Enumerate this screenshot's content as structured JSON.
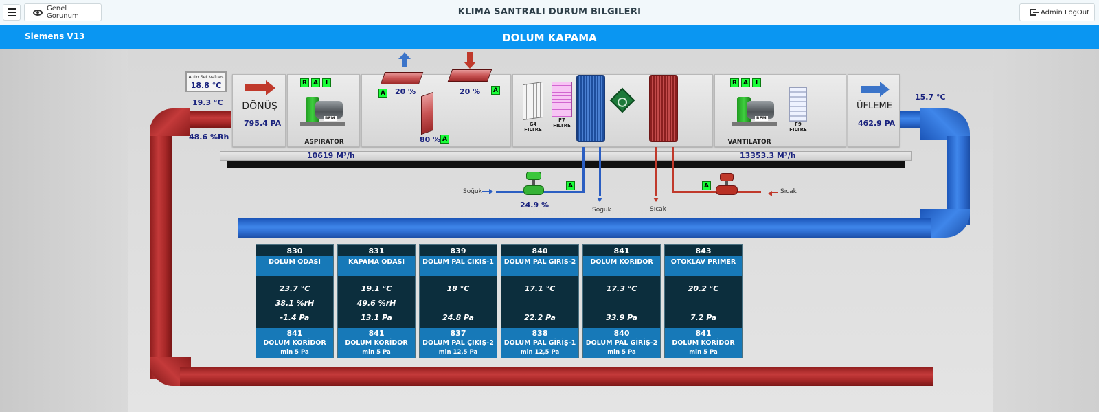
{
  "header": {
    "overview_label": "Genel Gorunum",
    "title": "KLIMA SANTRALI DURUM BILGILERI",
    "logout_label": "Admin LogOut"
  },
  "subheader": {
    "brand": "Siemens V13",
    "mode": "DOLUM KAPAMA"
  },
  "plant": {
    "auto_set_title": "Auto Set Values",
    "auto_set_value": "18.8 °C",
    "return_temp": "19.3 °C",
    "return_humidity": "48.6 %Rh",
    "return_label": "DÖNÜŞ",
    "return_pressure": "795.4 PA",
    "exhaust_fan_label": "ASPIRATOR",
    "exhaust_fan_rai": [
      "R",
      "A",
      "I"
    ],
    "rem_label": "REM",
    "damper_exhaust": "20 %",
    "damper_fresh": "20 %",
    "damper_mix": "80 %",
    "auto_tag": "A",
    "filter_g4": "G4\nFILTRE",
    "filter_f7": "F7\nFILTRE",
    "filter_f9": "F9\nFILTRE",
    "supply_fan_label": "VANTILATOR",
    "supply_fan_rai": [
      "R",
      "A",
      "I"
    ],
    "supply_label": "ÜFLEME",
    "supply_pressure": "462.9 PA",
    "supply_temp": "15.7 °C",
    "return_flow": "10619 M³/h",
    "supply_flow": "13353.3 M³/h",
    "cold_label_in": "Soğuk",
    "cold_label_out": "Soğuk",
    "hot_label_out": "Sıcak",
    "hot_label_in": "Sıcak",
    "cold_valve": "24.9 %"
  },
  "rooms": [
    {
      "id": "830",
      "name": "DOLUM ODASI",
      "temp": "23.7 °C",
      "hum": "38.1 %rH",
      "pa": "-1.4 Pa",
      "ref_id": "841",
      "ref_name": "DOLUM KORİDOR",
      "ref_min": "min 5 Pa"
    },
    {
      "id": "831",
      "name": "KAPAMA ODASI",
      "temp": "19.1 °C",
      "hum": "49.6 %rH",
      "pa": "13.1 Pa",
      "ref_id": "841",
      "ref_name": "DOLUM KORİDOR",
      "ref_min": "min 5 Pa"
    },
    {
      "id": "839",
      "name": "DOLUM PAL CIKIS-1",
      "temp": "18 °C",
      "hum": "",
      "pa": "24.8 Pa",
      "ref_id": "837",
      "ref_name": "DOLUM PAL ÇIKIŞ-2",
      "ref_min": "min 12,5 Pa"
    },
    {
      "id": "840",
      "name": "DOLUM PAL GIRIS-2",
      "temp": "17.1 °C",
      "hum": "",
      "pa": "22.2 Pa",
      "ref_id": "838",
      "ref_name": "DOLUM PAL GİRİŞ-1",
      "ref_min": "min 12,5 Pa"
    },
    {
      "id": "841",
      "name": "DOLUM KORIDOR",
      "temp": "17.3 °C",
      "hum": "",
      "pa": "33.9 Pa",
      "ref_id": "840",
      "ref_name": "DOLUM PAL GİRİŞ-2",
      "ref_min": "min 5 Pa"
    },
    {
      "id": "843",
      "name": "OTOKLAV PRIMER",
      "temp": "20.2 °C",
      "hum": "",
      "pa": "7.2 Pa",
      "ref_id": "841",
      "ref_name": "DOLUM KORİDOR",
      "ref_min": "min 5 Pa"
    }
  ]
}
